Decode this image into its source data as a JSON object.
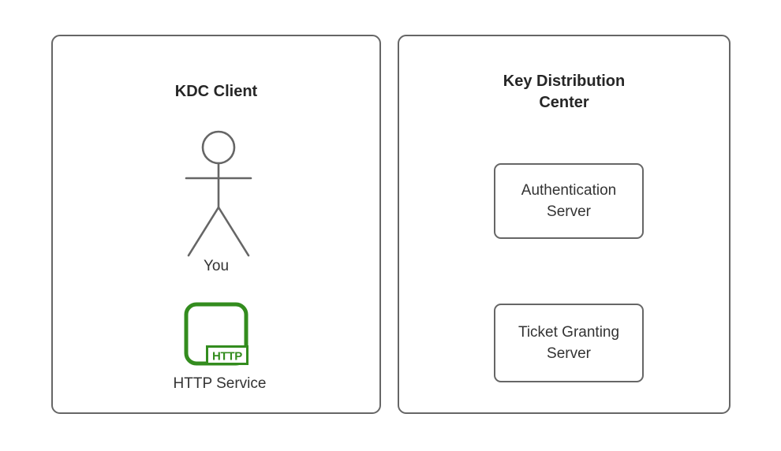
{
  "left_panel": {
    "title": "KDC Client",
    "person_label": "You",
    "service_label": "HTTP Service",
    "service_icon_text": "HTTP"
  },
  "right_panel": {
    "title": "Key Distribution Center",
    "servers": [
      {
        "label": "Authentication Server"
      },
      {
        "label": "Ticket Granting Server"
      }
    ]
  },
  "icons": {
    "person": "stick-figure-actor",
    "service": "http-service-rounded-square"
  },
  "colors": {
    "panel_border": "#666666",
    "node_border": "#666666",
    "title_text": "#262626",
    "label_text": "#333333",
    "service_green": "#338C1E",
    "canvas_bg": "#ffffff"
  }
}
